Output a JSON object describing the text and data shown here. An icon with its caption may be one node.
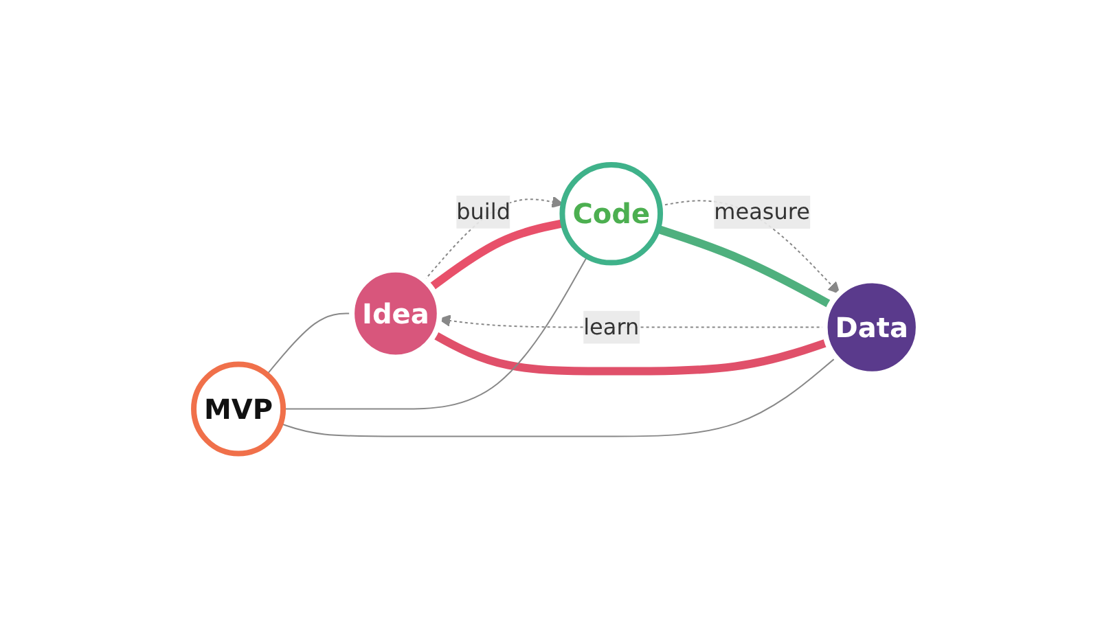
{
  "diagram": {
    "nodes": [
      {
        "text": [
          "Idea"
        ]
      },
      {
        "text": [
          "MVP"
        ]
      },
      {
        "text": [
          "Code"
        ]
      },
      {
        "text": [
          "Data"
        ]
      }
    ],
    "edges": [
      {
        "from": 0,
        "to": 2,
        "arrow": "to",
        "label": "build",
        "style": "dashed"
      },
      {
        "from": 2,
        "to": 3,
        "arrow": "to",
        "label": "measure",
        "style": "dashed"
      },
      {
        "from": 3,
        "to": 0,
        "arrow": "to",
        "label": "learn",
        "style": "dashed"
      },
      {
        "from": 0,
        "to": 2,
        "arrow": "none",
        "style": "thick",
        "color": "#e8506a"
      },
      {
        "from": 2,
        "to": 3,
        "arrow": "none",
        "style": "thick",
        "color": "#4fb07e"
      },
      {
        "from": 3,
        "to": 0,
        "arrow": "none",
        "style": "thick",
        "color": "#e0506a"
      },
      {
        "from": 1,
        "to": 0,
        "arrow": "none"
      },
      {
        "from": 1,
        "to": 2,
        "arrow": "none"
      },
      {
        "from": 1,
        "to": 3,
        "arrow": "none"
      }
    ]
  }
}
